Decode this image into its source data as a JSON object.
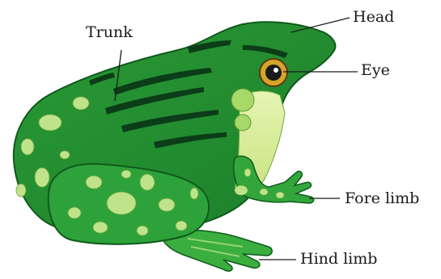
{
  "diagram": {
    "labels": {
      "trunk": "Trunk",
      "head": "Head",
      "eye": "Eye",
      "fore_limb": "Fore limb",
      "hind_limb": "Hind limb"
    },
    "colors": {
      "skin_dark": "#1f8a2e",
      "skin_mid": "#32a83c",
      "skin_light": "#6cc64a",
      "belly": "#d8ec98",
      "spot": "#bfe38a",
      "stripe": "#0b3d18",
      "eye_ring": "#d6a42a",
      "leader_line": "#1a1a1a"
    }
  }
}
